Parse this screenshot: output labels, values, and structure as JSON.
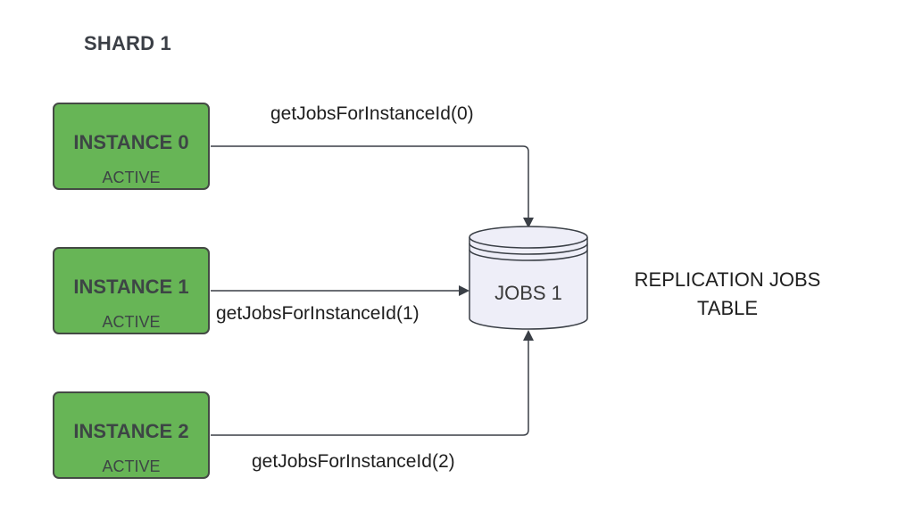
{
  "shard": {
    "title": "SHARD 1"
  },
  "instances": [
    {
      "name": "INSTANCE 0",
      "status": "ACTIVE"
    },
    {
      "name": "INSTANCE 1",
      "status": "ACTIVE"
    },
    {
      "name": "INSTANCE 2",
      "status": "ACTIVE"
    }
  ],
  "edges": [
    {
      "label": "getJobsForInstanceId(0)"
    },
    {
      "label": "getJobsForInstanceId(1)"
    },
    {
      "label": "getJobsForInstanceId(2)"
    }
  ],
  "database": {
    "label": "JOBS 1"
  },
  "table_note": {
    "line1": "REPLICATION JOBS",
    "line2": "TABLE"
  },
  "colors": {
    "instance_fill": "#67b556",
    "instance_border": "#444a44",
    "database_fill": "#eeeef8",
    "connector": "#3a3f46"
  }
}
